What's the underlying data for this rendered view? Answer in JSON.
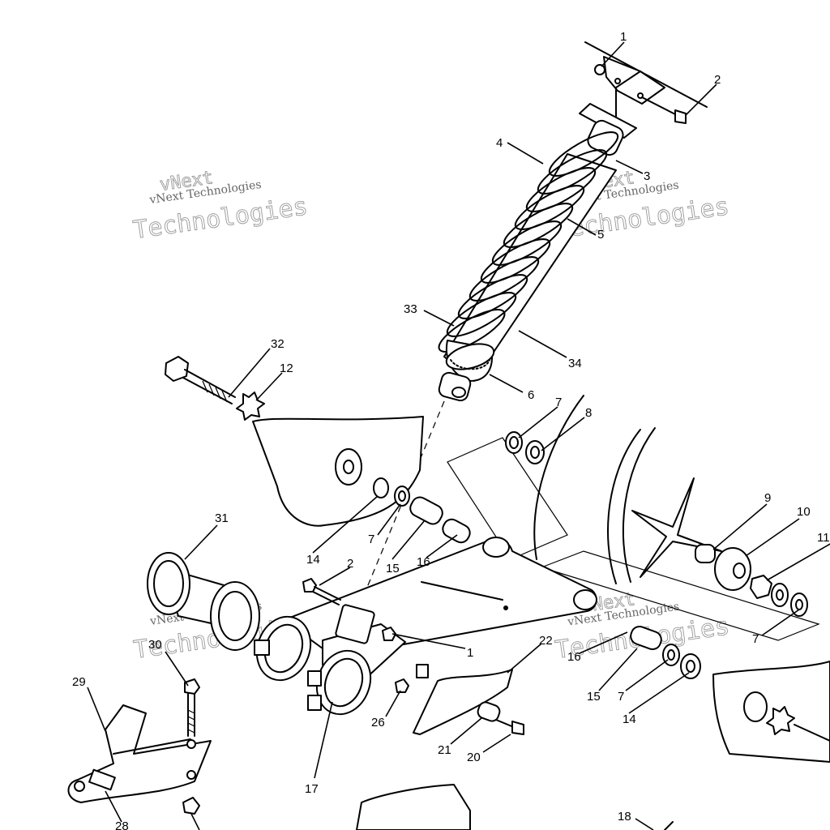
{
  "watermarks": [
    {
      "big": "vNext",
      "mid": "vNext Technologies",
      "low": "Technologies"
    },
    {
      "big": "vNext",
      "mid": "vNext Technologies",
      "low": "Technologies"
    },
    {
      "big": "vNext",
      "mid": "vNext Technologies",
      "low": "Technologies"
    },
    {
      "big": "vNext",
      "mid": "vNext Technologies",
      "low": "Technologies"
    }
  ],
  "callouts": [
    "1",
    "2",
    "3",
    "4",
    "5",
    "33",
    "34",
    "6",
    "32",
    "12",
    "7",
    "8",
    "31",
    "14",
    "7",
    "15",
    "16",
    "2",
    "1",
    "9",
    "10",
    "11",
    "7",
    "16",
    "15",
    "7",
    "14",
    "22",
    "30",
    "29",
    "26",
    "21",
    "20",
    "17",
    "28",
    "18"
  ]
}
